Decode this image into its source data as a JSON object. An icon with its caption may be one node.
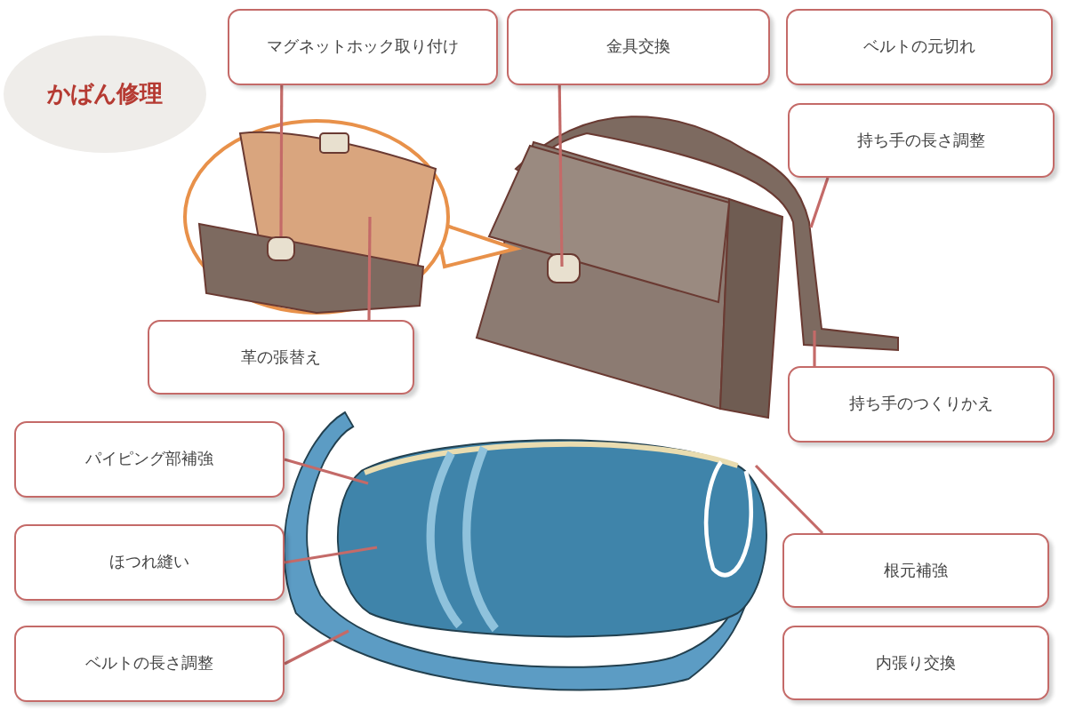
{
  "diagram": {
    "title": "かばん修理",
    "nodes": [
      {
        "text": [
          "マグネットホック取り付け"
        ]
      },
      {
        "text": [
          "金具交換"
        ]
      },
      {
        "text": [
          "ベルトの元切れ"
        ]
      },
      {
        "text": [
          "持ち手の長さ調整"
        ]
      },
      {
        "text": [
          "革の張替え"
        ]
      },
      {
        "text": [
          "持ち手のつくりかえ"
        ]
      },
      {
        "text": [
          "パイピング部補強"
        ]
      },
      {
        "text": [
          "ほつれ縫い"
        ]
      },
      {
        "text": [
          "ベルトの長さ調整"
        ]
      },
      {
        "text": [
          "根元補強"
        ]
      },
      {
        "text": [
          "内張り交換"
        ]
      },
      {
        "text": [],
        "shape": "box"
      }
    ],
    "edges": [
      {
        "from": 0,
        "to": 11,
        "arrow": "none"
      },
      {
        "from": 1,
        "to": null,
        "arrow": "none"
      },
      {
        "from": 3,
        "to": null,
        "arrow": "none"
      },
      {
        "from": 4,
        "to": null,
        "arrow": "none"
      },
      {
        "from": 5,
        "to": null,
        "arrow": "none"
      },
      {
        "from": 6,
        "to": null,
        "arrow": "none"
      },
      {
        "from": 7,
        "to": null,
        "arrow": "none"
      },
      {
        "from": 8,
        "to": null,
        "arrow": "none"
      },
      {
        "from": 9,
        "to": null,
        "arrow": "none"
      }
    ]
  }
}
